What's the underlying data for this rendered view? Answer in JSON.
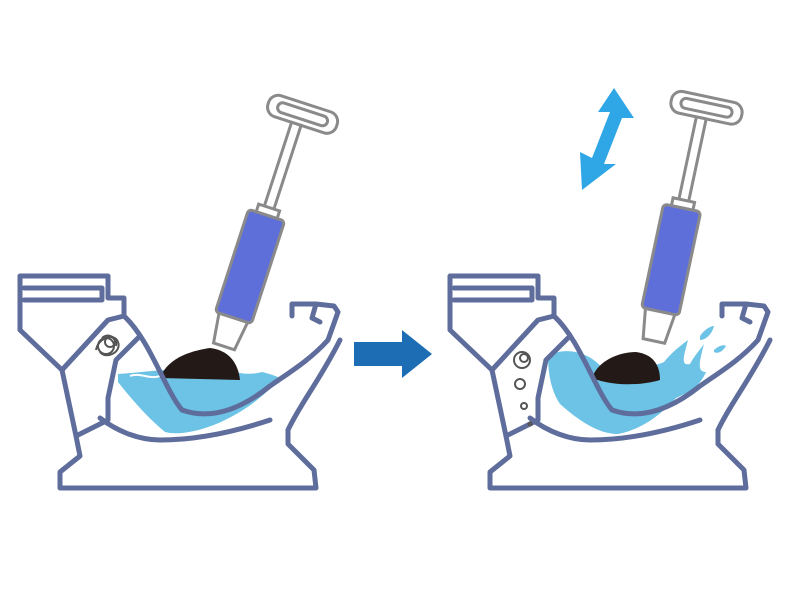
{
  "diagram": {
    "type": "toilet-plunger-illustration",
    "panels": [
      {
        "id": "before",
        "elements": [
          "toilet-outline",
          "bowl-water",
          "clog-debris-swirl",
          "vacuum-plunger-handle",
          "plunger-cup"
        ]
      },
      {
        "id": "after",
        "elements": [
          "toilet-outline",
          "splashing-water",
          "rising-bubbles",
          "vacuum-plunger-handle",
          "plunger-cup",
          "up-down-motion-arrow"
        ]
      }
    ],
    "connector": {
      "type": "arrow",
      "direction": "right",
      "icon": "right-arrow-icon"
    }
  },
  "colors": {
    "outline": "#5E6D9C",
    "water": "#6CC3E6",
    "water_dark": "#4FB2DE",
    "plunger_tube": "#5F6FD9",
    "plunger_cup": "#231A18",
    "handle": "#8A8A8A",
    "flow_arrow": "#1C6DB3",
    "motion_arrow": "#2FA6E6",
    "debris": "#555555"
  }
}
